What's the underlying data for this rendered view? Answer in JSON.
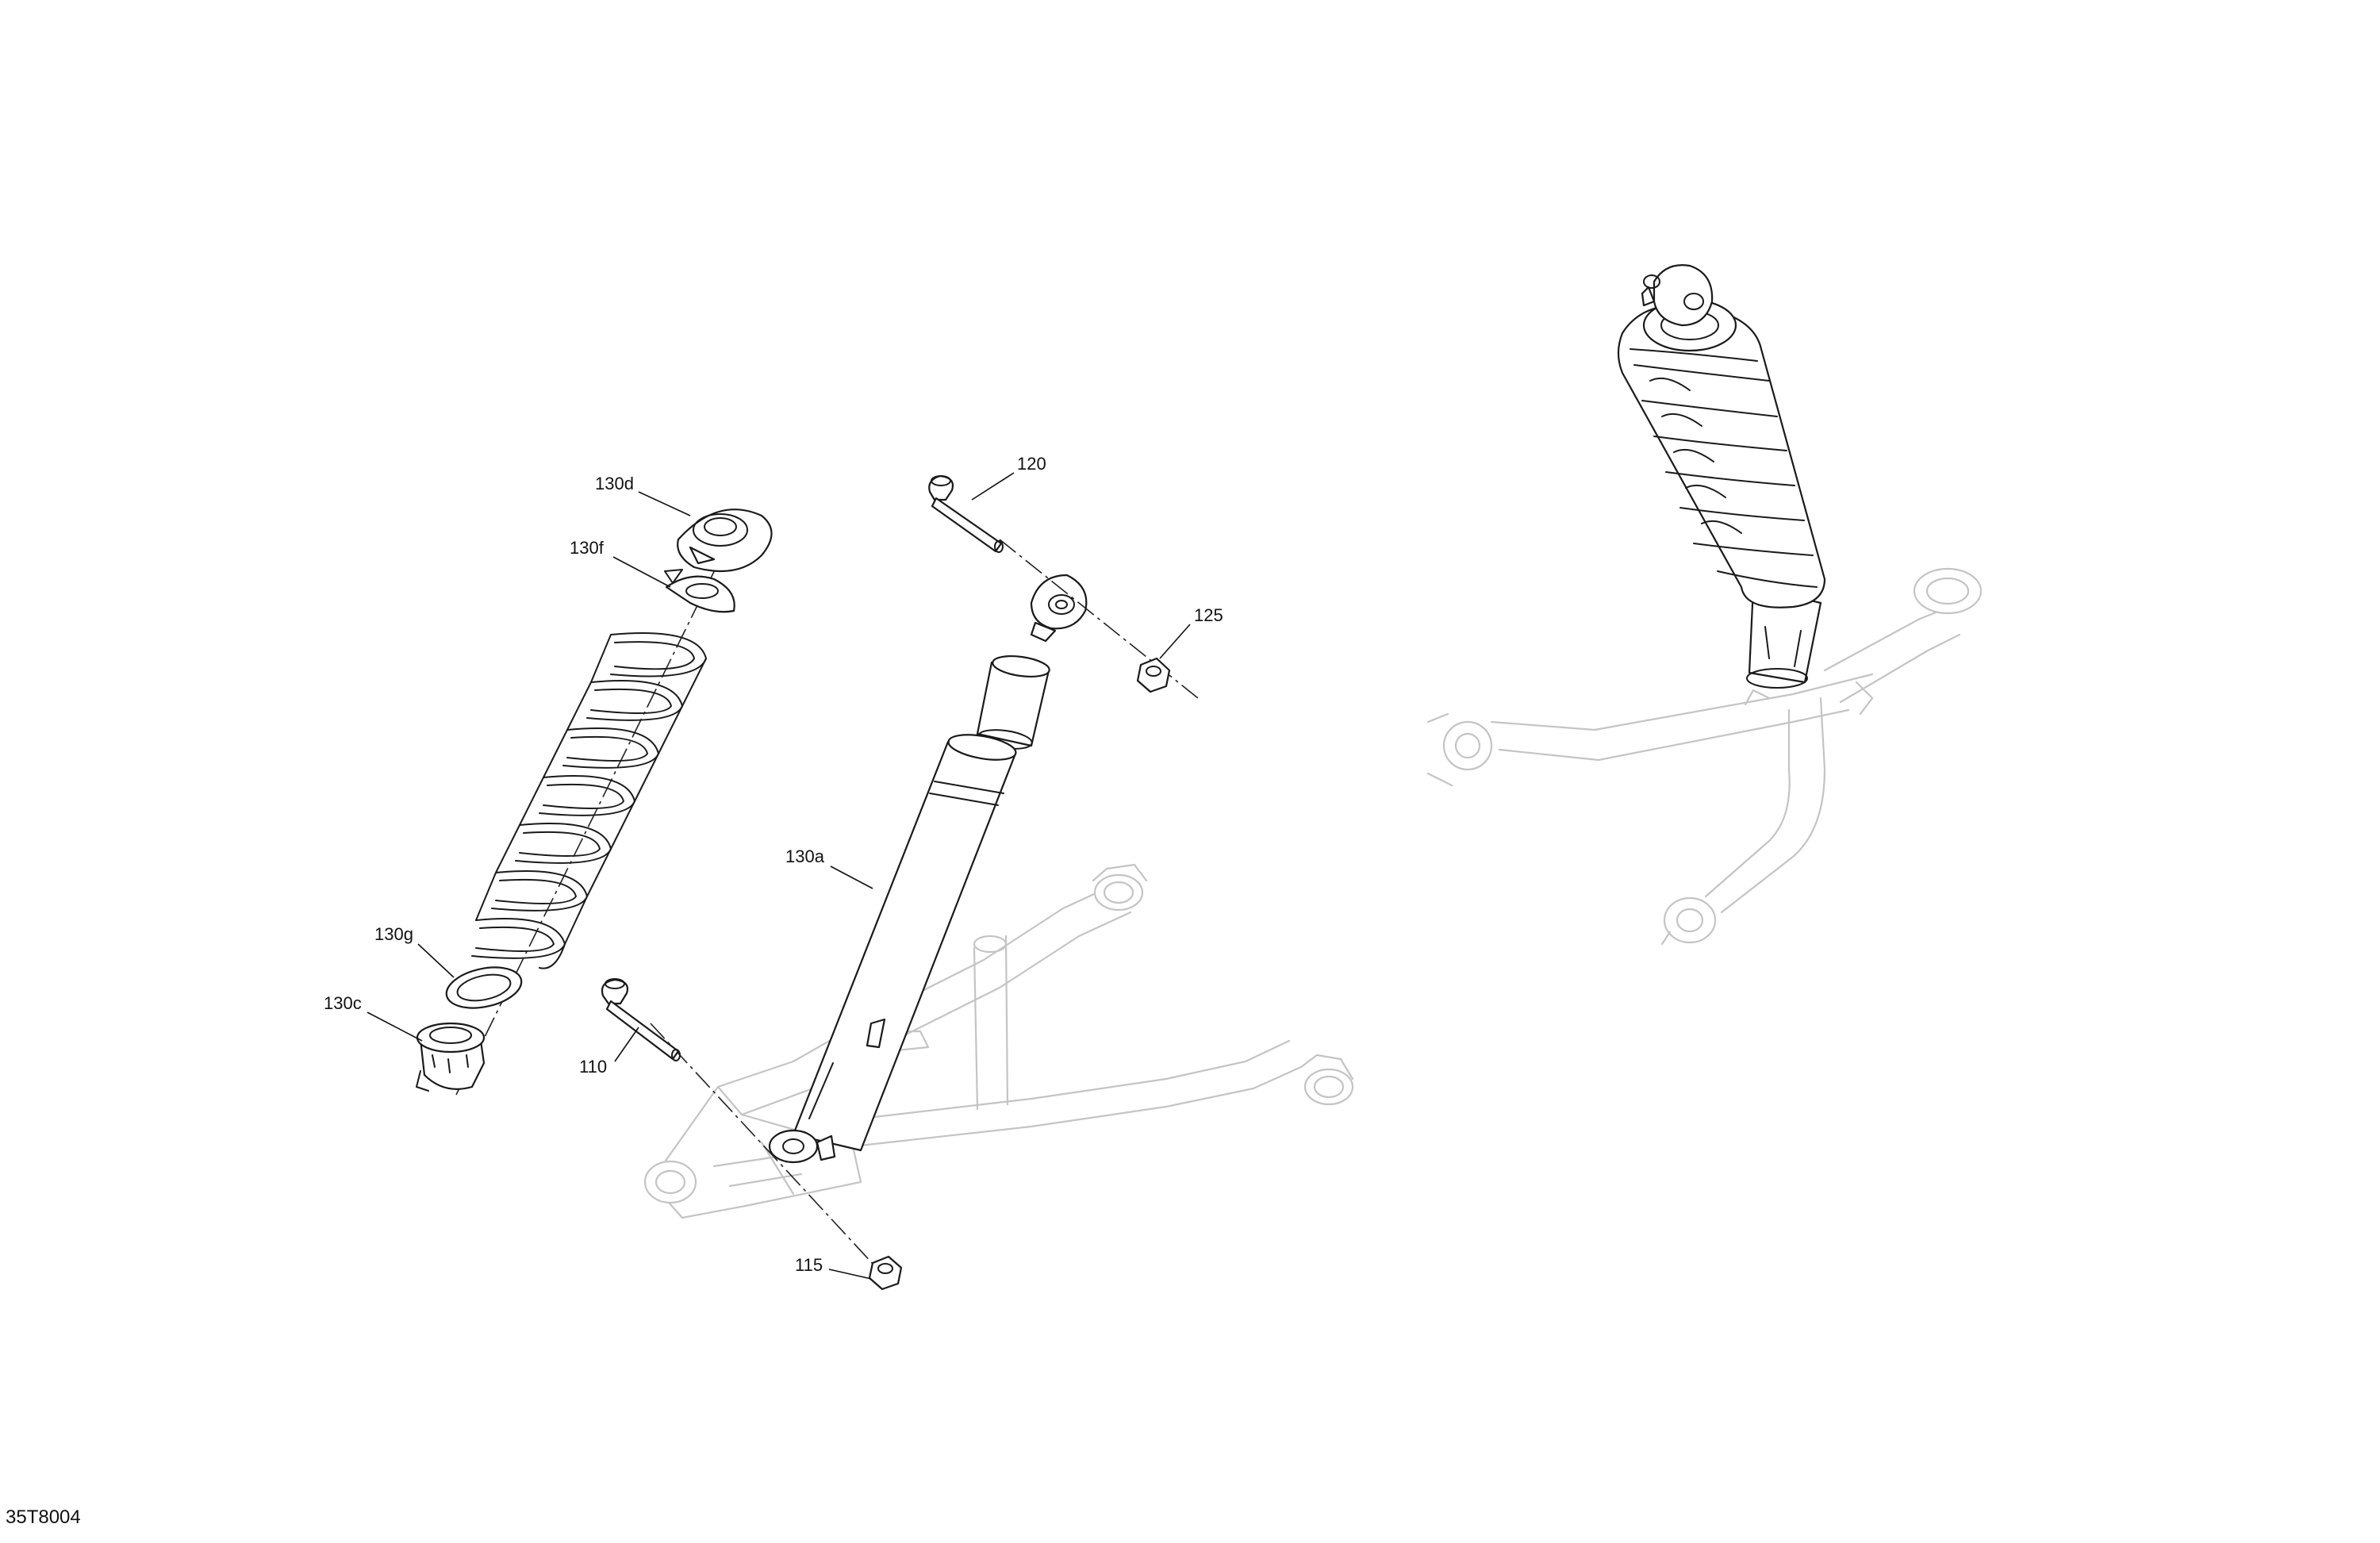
{
  "diagram": {
    "document_number": "35T8004",
    "callouts": {
      "c130d": "130d",
      "c130f": "130f",
      "c130g": "130g",
      "c130c": "130c",
      "c120": "120",
      "c125": "125",
      "c130a": "130a",
      "c110": "110",
      "c115": "115"
    }
  }
}
